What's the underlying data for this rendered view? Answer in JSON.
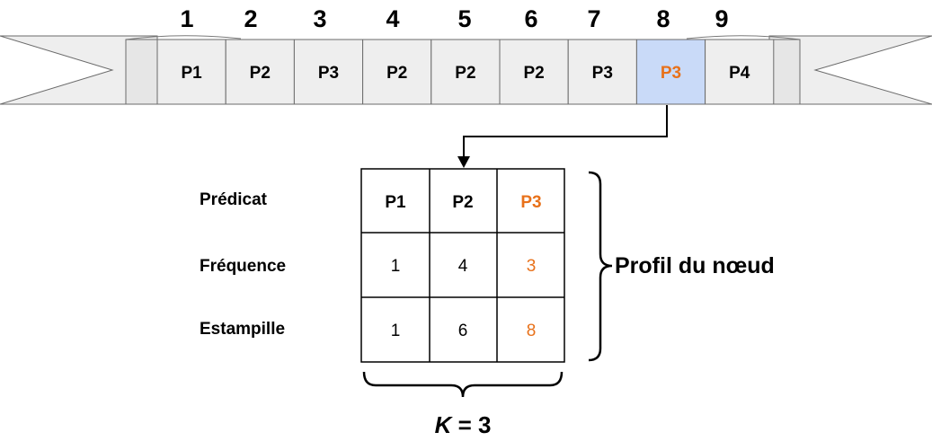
{
  "diagram": {
    "tape": {
      "positions": [
        "1",
        "2",
        "3",
        "4",
        "5",
        "6",
        "7",
        "8",
        "9"
      ],
      "cells": [
        "P1",
        "P2",
        "P3",
        "P2",
        "P2",
        "P2",
        "P3",
        "P3",
        "P4"
      ],
      "highlighted_index": 7,
      "highlight_fill": "#c9daf8",
      "highlight_text_color": "#e8711a"
    },
    "profile_table": {
      "row_labels": [
        "Prédicat",
        "Fréquence",
        "Estampille"
      ],
      "header": [
        "P1",
        "P2",
        "P3"
      ],
      "frequencies": [
        "1",
        "4",
        "3"
      ],
      "timestamps": [
        "1",
        "6",
        "8"
      ],
      "highlighted_column": 2,
      "highlight_color": "#e8711a"
    },
    "profile_label": "Profil du nœud",
    "k_label_var": "K",
    "k_label_rest": " = 3"
  }
}
